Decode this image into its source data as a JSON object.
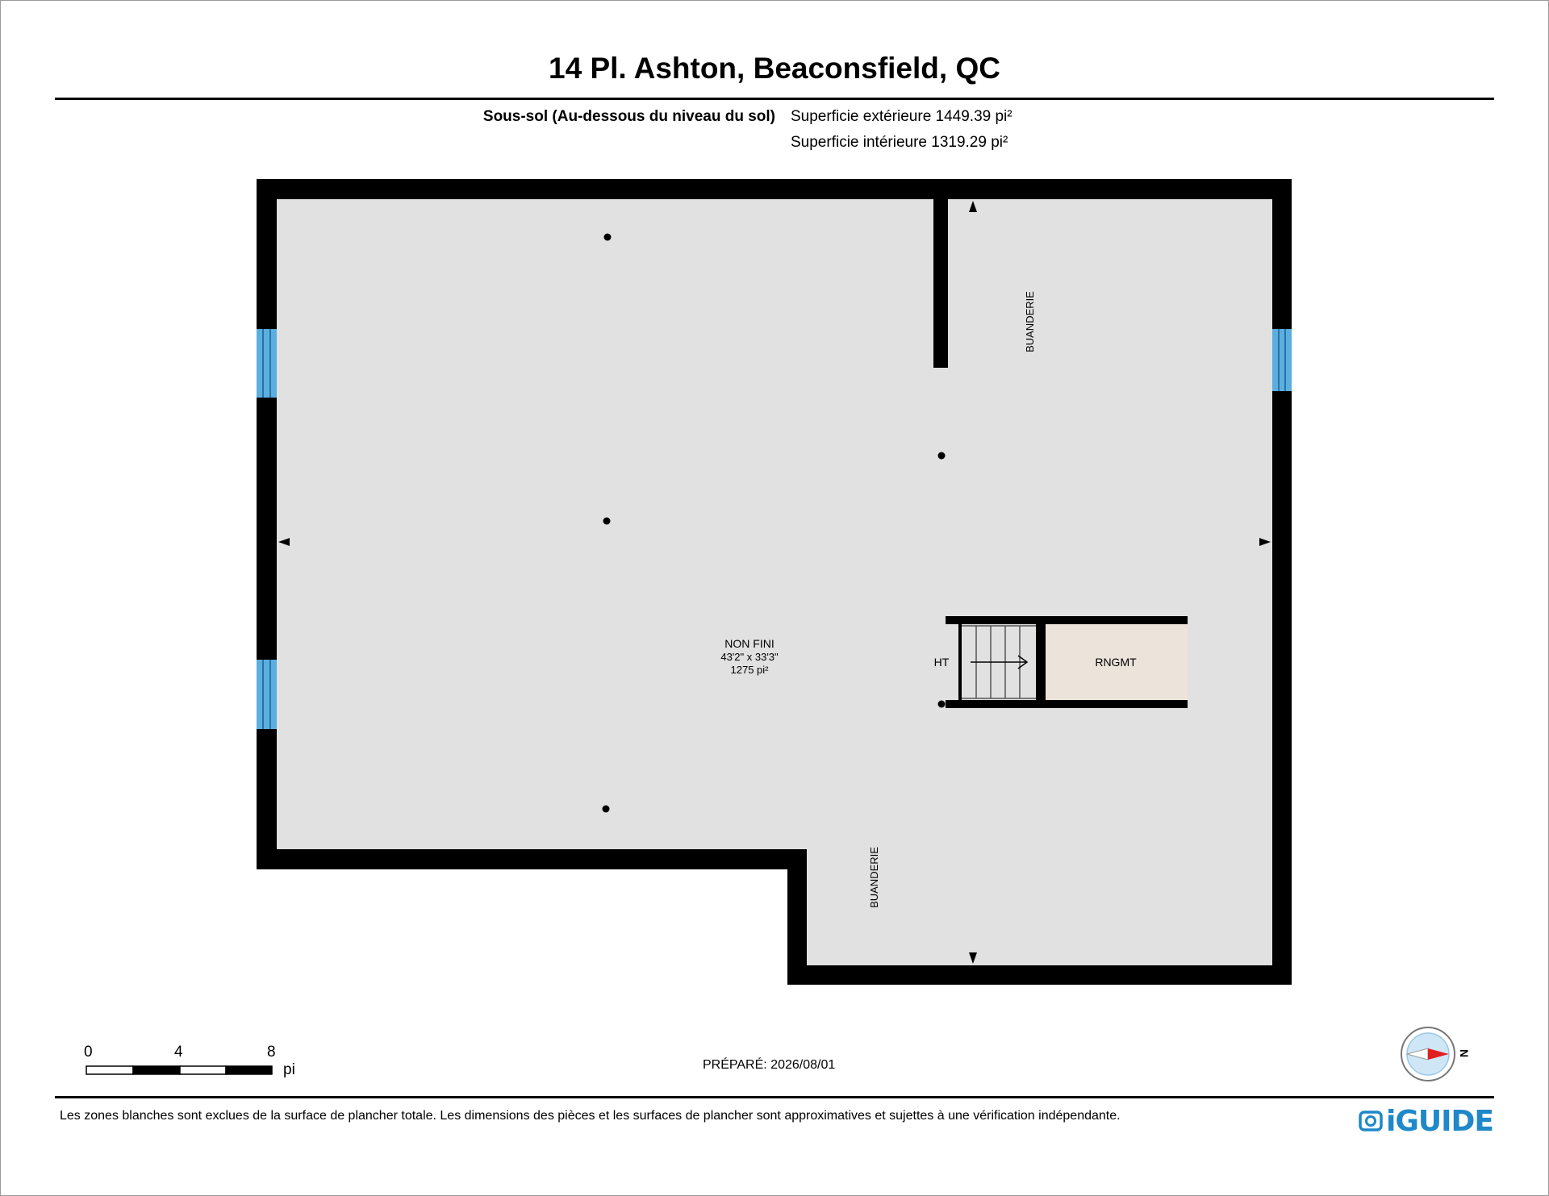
{
  "header": {
    "address": "14 Pl. Ashton, Beaconsfield, QC",
    "floor_name": "Sous-sol (Au-dessous du niveau du sol)",
    "exterior_area": "Superficie extérieure 1449.39 pi²",
    "interior_area": "Superficie intérieure 1319.29 pi²"
  },
  "plan": {
    "main_room": {
      "name": "NON FINI",
      "dimensions": "43'2\" x 33'3\"",
      "area": "1275 pi²"
    },
    "laundry_labels": [
      "BUANDERIE",
      "BUANDERIE"
    ],
    "stair_label": "HT",
    "storage_label": "RNGMT",
    "colors": {
      "floor": "#e1e1e1",
      "wall": "#000000",
      "window": "#5aaee0",
      "storage": "#ece3da"
    }
  },
  "scale": {
    "ticks": [
      "0",
      "4",
      "8"
    ],
    "unit": "pi"
  },
  "footer": {
    "prepared": "PRÉPARÉ: 2026/08/01",
    "disclaimer": "Les zones blanches sont exclues de la surface de plancher totale. Les dimensions des pièces et les surfaces de plancher sont approximatives et sujettes à une vérification indépendante.",
    "logo": "iGUIDE",
    "compass_letter": "N"
  }
}
